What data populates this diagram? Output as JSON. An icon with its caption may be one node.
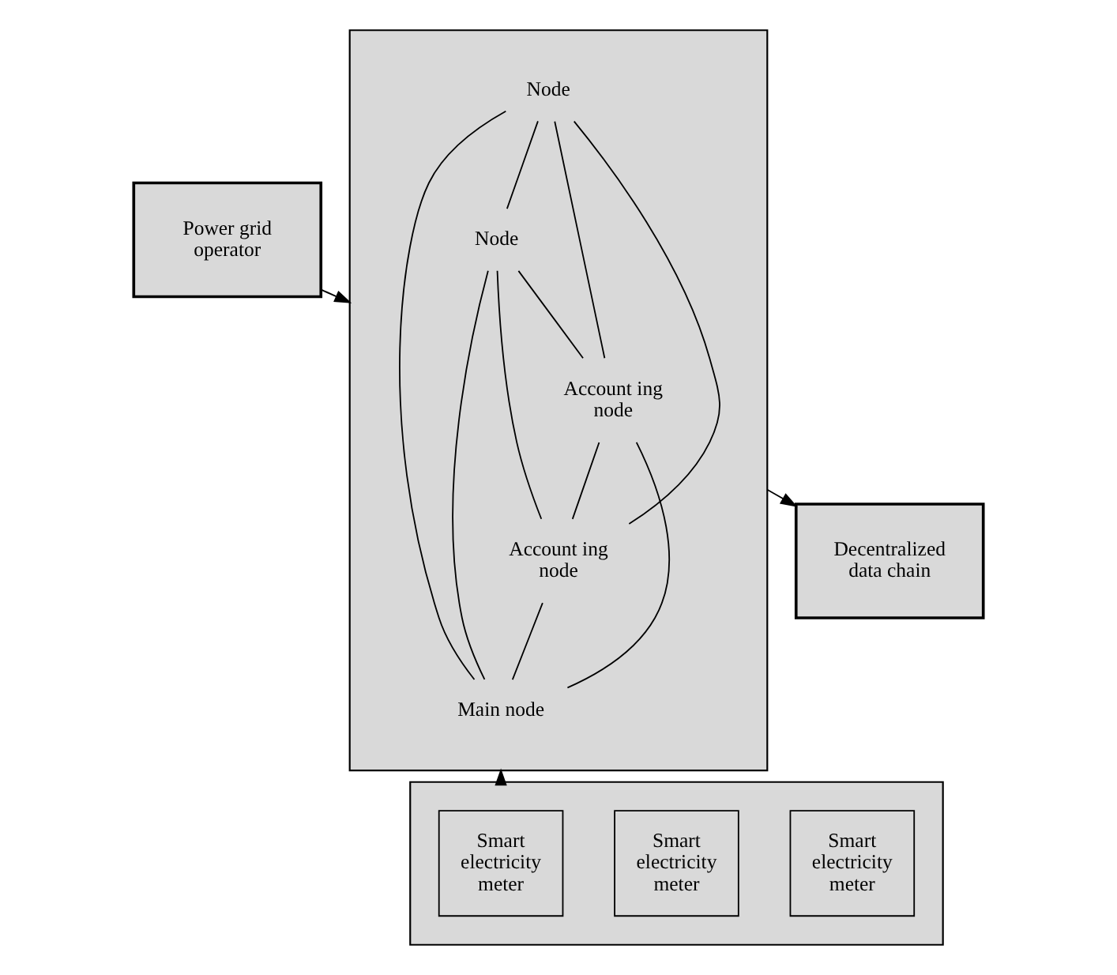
{
  "diagram": {
    "nodes": [
      {
        "text": [
          "Power grid operator"
        ]
      },
      {
        "text": [],
        "shape": "box"
      },
      {
        "text": [
          "Node"
        ],
        "in": 1
      },
      {
        "text": [
          "Node"
        ],
        "in": 1
      },
      {
        "text": [
          "Account ing node"
        ],
        "in": 1
      },
      {
        "text": [
          "Account ing node"
        ],
        "in": 1
      },
      {
        "text": [
          "Main node"
        ],
        "in": 1
      },
      {
        "text": [
          "Decentralized data chain"
        ]
      },
      {
        "text": [],
        "shape": "box"
      },
      {
        "text": [
          "Smart electricity meter"
        ],
        "in": 8
      },
      {
        "text": [
          "Smart electricity meter"
        ],
        "in": 8
      },
      {
        "text": [
          "Smart electricity meter"
        ],
        "in": 8
      }
    ],
    "edges": [
      {
        "from": 0,
        "to": 1,
        "arrow": "to"
      },
      {
        "from": 8,
        "to": 1,
        "arrow": "to"
      },
      {
        "from": 1,
        "to": 7,
        "arrow": "to"
      },
      {
        "from": 2,
        "to": 3,
        "arrow": "none"
      },
      {
        "from": 2,
        "to": 4,
        "arrow": "none"
      },
      {
        "from": 2,
        "to": 5,
        "arrow": "none"
      },
      {
        "from": 2,
        "to": 6,
        "arrow": "none"
      },
      {
        "from": 3,
        "to": 4,
        "arrow": "none"
      },
      {
        "from": 3,
        "to": 5,
        "arrow": "none"
      },
      {
        "from": 3,
        "to": 6,
        "arrow": "none"
      },
      {
        "from": 4,
        "to": 5,
        "arrow": "none"
      },
      {
        "from": 4,
        "to": 6,
        "arrow": "none"
      },
      {
        "from": 5,
        "to": 6,
        "arrow": "none"
      }
    ]
  }
}
